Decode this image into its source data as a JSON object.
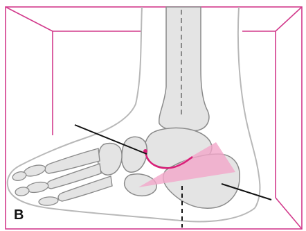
{
  "panel": {
    "label": "B"
  },
  "colors": {
    "background": "#ffffff",
    "frame_lines": "#d23a8c",
    "bone_fill": "#e4e4e4",
    "bone_outline": "#8a8a8a",
    "skin_outline": "#b8b8b8",
    "highlight_pink": "#f2a6c9",
    "highlight_curve": "#d91f78",
    "axis_line": "#111111"
  },
  "annotations": {
    "arc_curve": "pink-arc-talus",
    "angle_region": "pink-wedge-calcaneus",
    "reference_lines": [
      "talar-axis-line",
      "calcaneal-axis-line",
      "vertical-dashed-line",
      "tibial-dashed-line"
    ]
  }
}
